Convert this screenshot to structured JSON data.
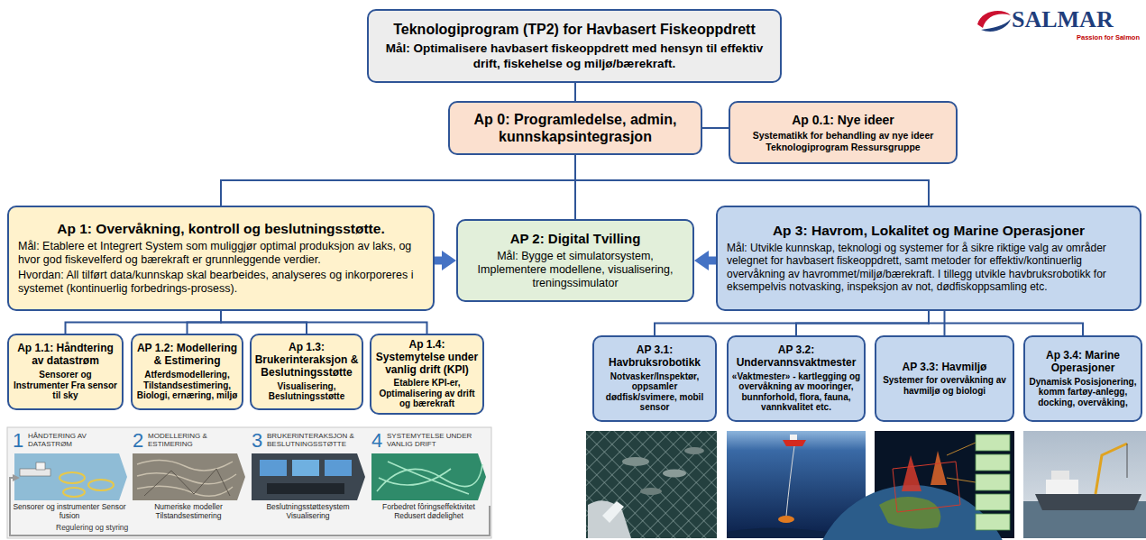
{
  "diagram": {
    "nodes": [
      {
        "text": [
          "Teknologiprogram (TP2) for Havbasert Fiskeoppdrett",
          "Mål: Optimalisere havbasert fiskeoppdrett med hensyn til effektiv drift, fiskehelse og miljø/bærekraft."
        ]
      },
      {
        "text": [
          "Ap 0: Programledelse, admin, kunnskapsintegrasjon"
        ]
      },
      {
        "text": [
          "Ap 0.1: Nye ideer",
          "Systematikk for behandling av nye ideer Teknologiprogram Ressursgruppe"
        ]
      },
      {
        "text": [
          "Ap 1: Overvåkning, kontroll og beslutningsstøtte.",
          "Mål: Etablere et Integrert System som muliggjør optimal produksjon av laks, og hvor god fiskevelferd og bærekraft er grunnleggende verdier.",
          "Hvordan: All tilført data/kunnskap skal bearbeides, analyseres og inkorporeres i systemet (kontinuerlig forbedrings-prosess)."
        ]
      },
      {
        "text": [
          "AP 2: Digital Tvilling",
          "Mål: Bygge et simulatorsystem, Implementere modellene, visualisering, treningssimulator"
        ]
      },
      {
        "text": [
          "Ap 3: Havrom, Lokalitet og Marine Operasjoner",
          "Mål: Utvikle kunnskap, teknologi og systemer for å sikre riktige valg av områder velegnet for havbasert fiskeoppdrett, samt metoder for effektiv/kontinuerlig overvåkning av havrommet/miljø/bærekraft. I tillegg utvikle havbruksrobotikk for eksempelvis notvasking, inspeksjon av not, dødfiskoppsamling etc."
        ]
      },
      {
        "text": [
          "Ap 1.1: Håndtering av datastrøm",
          "Sensorer og Instrumenter Fra sensor til sky"
        ]
      },
      {
        "text": [
          "AP 1.2: Modellering & Estimering",
          "Atferdsmodellering, Tilstandsestimering, Biologi, ernæring, miljø"
        ]
      },
      {
        "text": [
          "Ap 1.3: Brukerinteraksjon & Beslutningsstøtte",
          "Visualisering, Beslutningsstøtte"
        ]
      },
      {
        "text": [
          "Ap 1.4: Systemytelse under vanlig drift (KPI)",
          "Etablere KPI-er, Optimalisering av drift og bærekraft"
        ]
      },
      {
        "text": [
          "AP 3.1: Havbruksrobotikk",
          "Notvasker/Inspektør, oppsamler dødfisk/svimere, mobil sensor"
        ]
      },
      {
        "text": [
          "AP 3.2: Undervannsvaktmester",
          "«Vaktmester» - kartlegging og overvåkning av mooringer, bunnforhold, flora, fauna, vannkvalitet etc."
        ]
      },
      {
        "text": [
          "AP 3.3: Havmiljø",
          "Systemer for overvåkning av havmiljø og biologi"
        ]
      },
      {
        "text": [
          "Ap 3.4: Marine Operasjoner",
          "Dynamisk Posisjonering, komm fartøy-anlegg, docking, overvåking,"
        ]
      }
    ],
    "edges": [
      {
        "from": 0,
        "to": 1,
        "arrow": "none"
      },
      {
        "from": 1,
        "to": 2,
        "arrow": "none"
      },
      {
        "from": 1,
        "to": 3,
        "arrow": "none"
      },
      {
        "from": 1,
        "to": 4,
        "arrow": "none"
      },
      {
        "from": 1,
        "to": 5,
        "arrow": "none"
      },
      {
        "from": 3,
        "to": 4,
        "arrow": "to"
      },
      {
        "from": 5,
        "to": 4,
        "arrow": "to"
      },
      {
        "from": 3,
        "to": 6,
        "arrow": "none"
      },
      {
        "from": 3,
        "to": 7,
        "arrow": "none"
      },
      {
        "from": 3,
        "to": 8,
        "arrow": "none"
      },
      {
        "from": 3,
        "to": 9,
        "arrow": "none"
      },
      {
        "from": 5,
        "to": 10,
        "arrow": "none"
      },
      {
        "from": 5,
        "to": 11,
        "arrow": "none"
      },
      {
        "from": 5,
        "to": 12,
        "arrow": "none"
      },
      {
        "from": 5,
        "to": 13,
        "arrow": "none"
      }
    ],
    "labels": [
      "SALMAR",
      "Passion for Salmon",
      "1",
      "HÅNDTERING AV DATASTRØM",
      "2",
      "MODELLERING & ESTIMERING",
      "3",
      "BRUKERINTERAKSJON & BESLUTNINGSSTØTTE",
      "4",
      "SYSTEMYTELSE UNDER VANLIG DRIFT",
      "Sensorer og instrumenter Sensor fusion",
      "Numeriske modeller Tilstandsestimering",
      "Beslutningsstøttesystem Visualisering",
      "Forbedret fôringseffektivitet Redusert dødelighet",
      "Regulering og styring"
    ]
  }
}
